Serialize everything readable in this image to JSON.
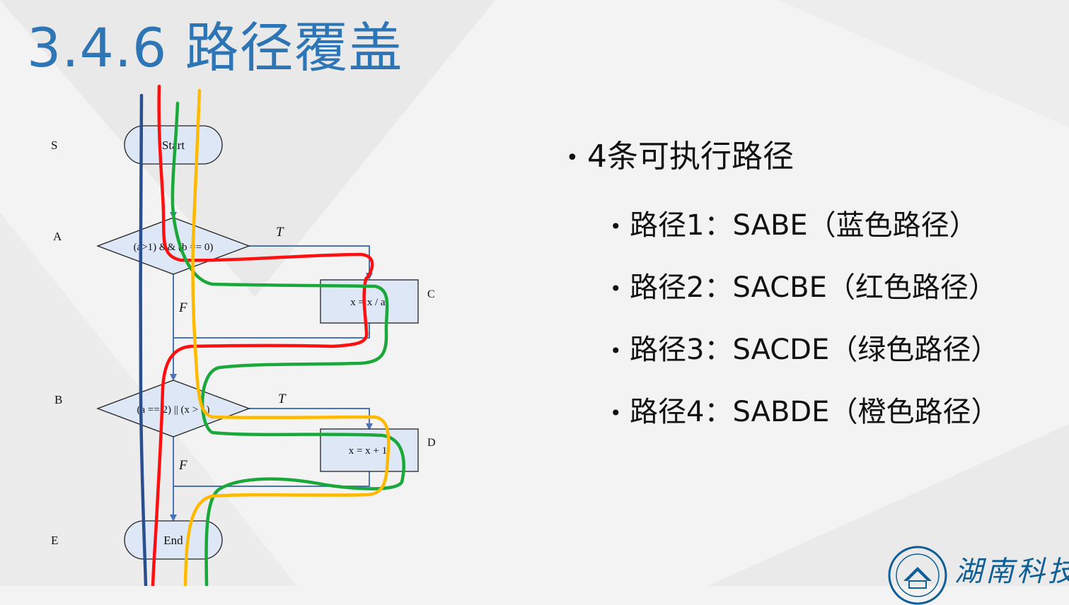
{
  "slide": {
    "title": "3.4.6 路径覆盖"
  },
  "flowchart": {
    "row_labels": [
      "S",
      "A",
      "B",
      "E"
    ],
    "start_label": "Start",
    "end_label": "End",
    "condition_a": "(a>1) && (b == 0)",
    "condition_b": "(a == 2) || (x > 1)",
    "box_c_text": "x = x / a;",
    "box_c_label": "C",
    "box_d_text": "x = x + 1;",
    "box_d_label": "D",
    "true_label": "T",
    "false_label": "F",
    "colors": {
      "blue": "#2a4f8f",
      "red": "#ff1010",
      "green": "#1aa83a",
      "orange": "#ffba00",
      "frame": "#4a74b8"
    }
  },
  "bullets": {
    "heading": "4条可执行路径",
    "items": [
      "路径1：SABE（蓝色路径）",
      "路径2：SACBE（红色路径）",
      "路径3：SACDE（绿色路径）",
      "路径4：SABDE（橙色路径）"
    ]
  },
  "logo": {
    "text": "湖南科技",
    "emblem_icon": "university-emblem-icon"
  }
}
